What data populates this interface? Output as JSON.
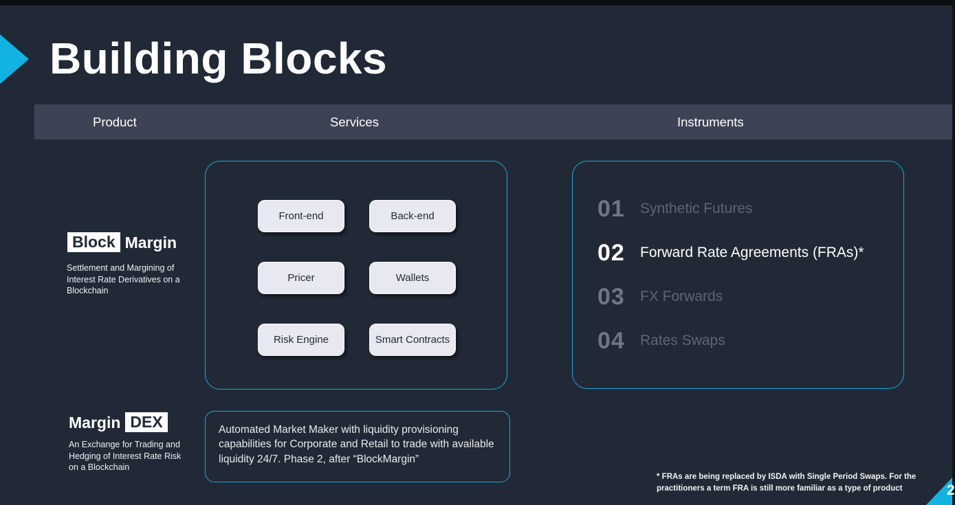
{
  "title": "Building Blocks",
  "header": {
    "columns": [
      "Product",
      "Services",
      "Instruments"
    ]
  },
  "products": [
    {
      "brand_boxed": "Block",
      "brand_plain": "Margin",
      "description": "Settlement and Margining of Interest Rate Derivatives on a Blockchain"
    },
    {
      "brand_plain": "Margin",
      "brand_boxed": "DEX",
      "description": "An Exchange for Trading and Hedging of Interest Rate Risk on a Blockchain"
    }
  ],
  "services": {
    "items": [
      "Front-end",
      "Back-end",
      "Pricer",
      "Wallets",
      "Risk Engine",
      "Smart Contracts"
    ]
  },
  "amm_note": "Automated Market Maker with liquidity provisioning capabilities for Corporate and Retail to trade with available liquidity 24/7. Phase 2, after “BlockMargin”",
  "instruments": {
    "items": [
      {
        "number": "01",
        "label": "Synthetic Futures",
        "active": false
      },
      {
        "number": "02",
        "label": "Forward Rate Agreements (FRAs)*",
        "active": true
      },
      {
        "number": "03",
        "label": "FX Forwards",
        "active": false
      },
      {
        "number": "04",
        "label": "Rates Swaps",
        "active": false
      }
    ]
  },
  "footnote_lines": [
    "* FRAs are being replaced by ISDA with Single Period Swaps. For the",
    "practitioners a term FRA is still more familiar as a type of product"
  ],
  "page_number": "2",
  "colors": {
    "accent": "#12b3e3",
    "panel_border": "#18a9d9",
    "background": "#212936",
    "header_bar": "#3d4354",
    "button_bg": "#e8e8f0"
  }
}
